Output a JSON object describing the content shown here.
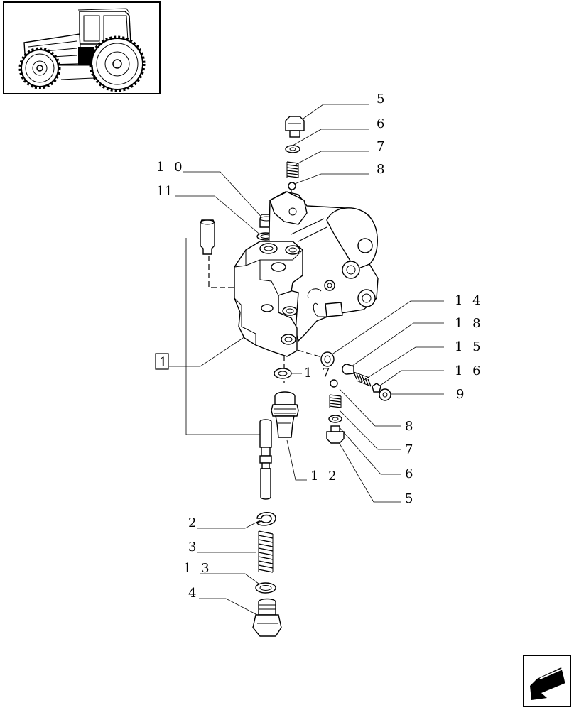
{
  "callouts": [
    {
      "id": "c-5-top",
      "text": "5"
    },
    {
      "id": "c-6-top",
      "text": "6"
    },
    {
      "id": "c-7-top",
      "text": "7"
    },
    {
      "id": "c-8-top",
      "text": "8"
    },
    {
      "id": "c-10",
      "text": "1 0"
    },
    {
      "id": "c-11",
      "text": "11"
    },
    {
      "id": "c-1",
      "text": "1"
    },
    {
      "id": "c-14",
      "text": "1 4"
    },
    {
      "id": "c-18",
      "text": "1 8"
    },
    {
      "id": "c-15",
      "text": "1 5"
    },
    {
      "id": "c-16",
      "text": "1 6"
    },
    {
      "id": "c-9",
      "text": "9"
    },
    {
      "id": "c-17",
      "text": "1 7"
    },
    {
      "id": "c-8-bot",
      "text": "8"
    },
    {
      "id": "c-7-bot",
      "text": "7"
    },
    {
      "id": "c-6-bot",
      "text": "6"
    },
    {
      "id": "c-5-bot",
      "text": "5"
    },
    {
      "id": "c-12",
      "text": "1 2"
    },
    {
      "id": "c-2",
      "text": "2"
    },
    {
      "id": "c-3",
      "text": "3"
    },
    {
      "id": "c-13",
      "text": "1 3"
    },
    {
      "id": "c-4",
      "text": "4"
    }
  ],
  "icons": {
    "thumbnail": "tractor-thumbnail-icon",
    "nav": "arrow-left-down-icon"
  }
}
